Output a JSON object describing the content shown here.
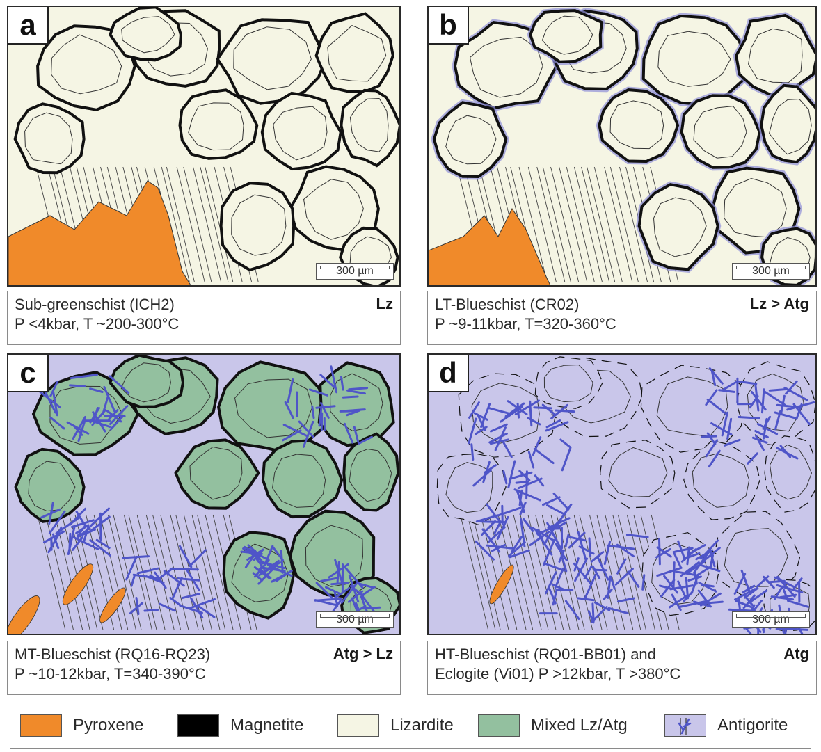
{
  "panels": [
    {
      "letter": "a",
      "scale": "300 µm",
      "title": "Sub-greenschist (ICH2)",
      "conditions": "P <4kbar, T ~200-300°C",
      "tag": "Lz"
    },
    {
      "letter": "b",
      "scale": "300 µm",
      "title": "LT-Blueschist (CR02)",
      "conditions": "P ~9-11kbar, T=320-360°C",
      "tag": "Lz > Atg"
    },
    {
      "letter": "c",
      "scale": "300 µm",
      "title": "MT-Blueschist (RQ16-RQ23)",
      "conditions": "P ~10-12kbar, T=340-390°C",
      "tag": "Atg > Lz"
    },
    {
      "letter": "d",
      "scale": "300 µm",
      "title": "HT-Blueschist (RQ01-BB01) and",
      "conditions": "Eclogite (Vi01)  P >12kbar, T >380°C",
      "tag": "Atg"
    }
  ],
  "legend": [
    {
      "label": "Pyroxene",
      "color": "#f08a2a"
    },
    {
      "label": "Magnetite",
      "color": "#000000"
    },
    {
      "label": "Lizardite",
      "color": "#f5f5e4"
    },
    {
      "label": "Mixed Lz/Atg",
      "color": "#93c09f"
    },
    {
      "label": "Antigorite",
      "color": "#c9c6ea"
    }
  ],
  "colors": {
    "pyroxene": "#f08a2a",
    "magnetite": "#000000",
    "lizardite": "#f5f5e4",
    "mixed": "#93c09f",
    "antigorite": "#c9c6ea",
    "antigorite_blade": "#4f55c8",
    "mesh_halo": "#8f8fd8"
  }
}
